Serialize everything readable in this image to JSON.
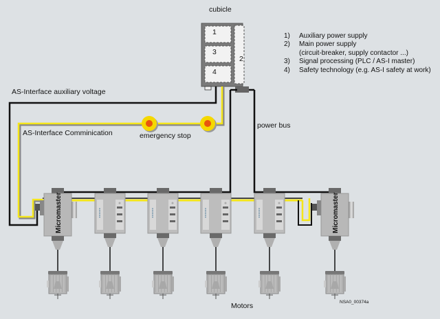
{
  "title": "cubicle",
  "cubicle": {
    "compartments": [
      "1",
      "3",
      "4",
      "2"
    ]
  },
  "legend": [
    {
      "num": "1)",
      "text": "Auxiliary power supply"
    },
    {
      "num": "2)",
      "text": "Main power supply",
      "sub": "(circuit-breaker, supply contactor ...)"
    },
    {
      "num": "3)",
      "text": "Signal processing (PLC / AS-I master)"
    },
    {
      "num": "4)",
      "text": "Safety technology (e.g. AS-I safety at work)"
    }
  ],
  "labels": {
    "aux_voltage": "AS-Interface auxiliary voltage",
    "communication": "AS-Interface Comminication",
    "emergency_stop": "emergency stop",
    "power_bus": "power bus",
    "motors": "Motors",
    "drawing_id": "NSA0_00374a"
  },
  "drives": [
    {
      "type": "micromaster",
      "label": "Micromaster"
    },
    {
      "type": "module",
      "label": ""
    },
    {
      "type": "module",
      "label": ""
    },
    {
      "type": "module",
      "label": ""
    },
    {
      "type": "module",
      "label": ""
    },
    {
      "type": "micromaster",
      "label": "Micromaster"
    }
  ],
  "colors": {
    "background": "#dde1e4",
    "cable_black": "#111111",
    "cable_yellow": "#f5e61a",
    "estop_ring": "#f5d800",
    "estop_center": "#e8560e",
    "device_body": "#b4b4b4",
    "connector": "#6a6a6a"
  }
}
